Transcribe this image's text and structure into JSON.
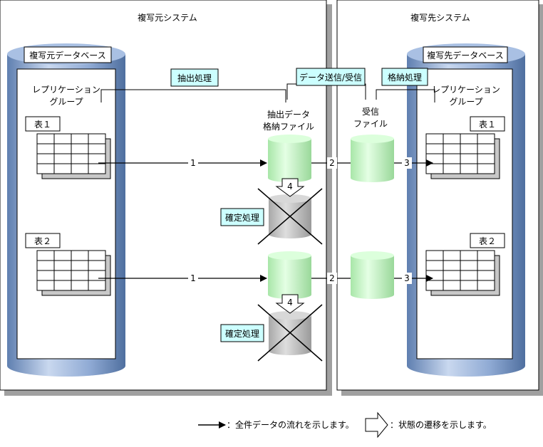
{
  "systems": {
    "source": {
      "title": "複写元システム",
      "db_label": "複写元データベース",
      "group_line1": "レプリケーション",
      "group_line2": "グループ"
    },
    "target": {
      "title": "複写先システム",
      "db_label": "複写先データベース",
      "group_line1": "レプリケーション",
      "group_line2": "グループ"
    }
  },
  "processes": {
    "extract": "抽出処理",
    "transfer": "データ送信/受信",
    "store": "格納処理",
    "confirm": "確定処理"
  },
  "files": {
    "extract_line1": "抽出データ",
    "extract_line2": "格納ファイル",
    "receive_line1": "受信",
    "receive_line2": "ファイル"
  },
  "tables": {
    "source_1": "表１",
    "source_2": "表２",
    "target_1": "表１",
    "target_2": "表２"
  },
  "steps": {
    "s1": "1",
    "s2": "2",
    "s3": "3",
    "s4": "4"
  },
  "legend": {
    "flow": "：全件データの流れを示します。",
    "transition": "：状態の遷移を示します。"
  },
  "colors": {
    "cylinder_blue": "#7f9fcf",
    "label_box": "#ccffff",
    "file_green": "#ccffcc",
    "confirmed_gray": "#c0c0c0",
    "shadow": "#a0a0a0"
  }
}
